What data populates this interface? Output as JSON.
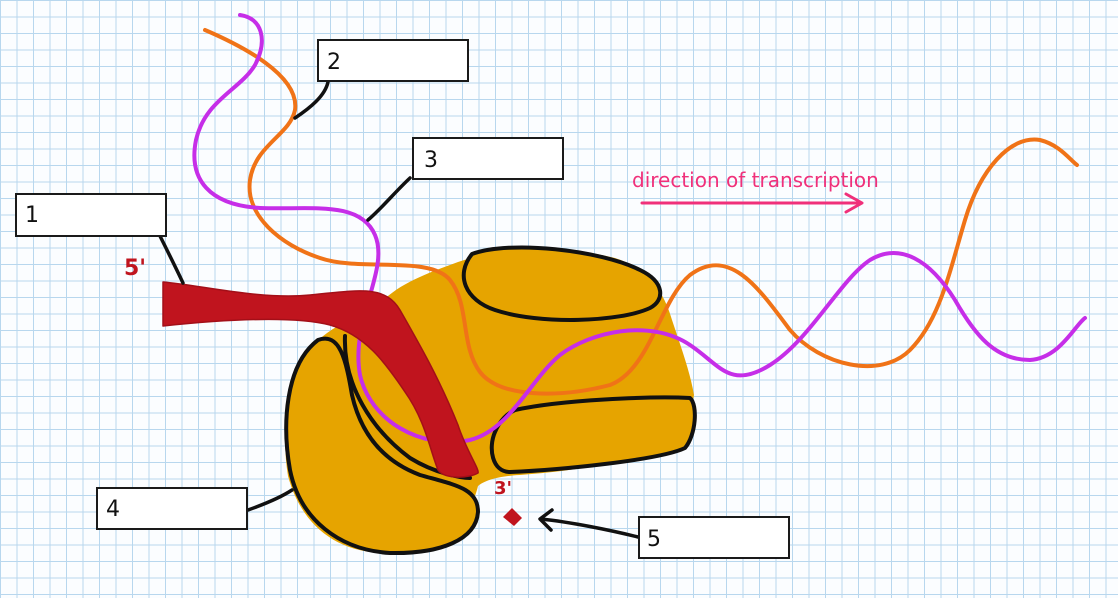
{
  "labels": [
    {
      "number": "1"
    },
    {
      "number": "2"
    },
    {
      "number": "3"
    },
    {
      "number": "4"
    },
    {
      "number": "5"
    }
  ],
  "ends": {
    "five_prime": "5'",
    "three_prime": "3'"
  },
  "direction": {
    "text": "direction of transcription"
  },
  "colors": {
    "rna": "#c0141e",
    "template_strand": "#f07317",
    "coding_strand": "#c62ee8",
    "polymerase": "#e6a400",
    "outline": "#111111",
    "direction": "#f0307a",
    "end_labels": "#c0141e"
  }
}
